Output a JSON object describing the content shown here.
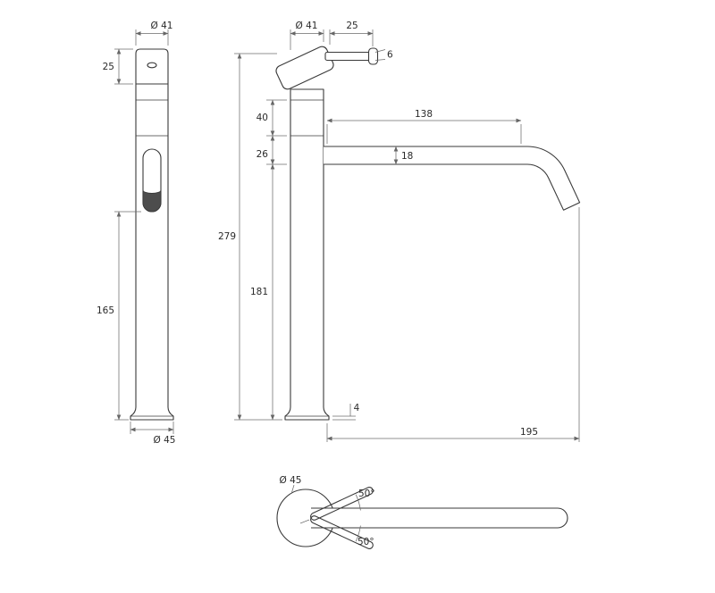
{
  "drawing": {
    "front_view": {
      "top_diameter": "Ø 41",
      "cap_height": "25",
      "outlet_to_base": "165",
      "base_diameter": "Ø 45"
    },
    "side_view": {
      "top_diameter": "Ø 41",
      "lever_length": "25",
      "pin_diameter": "6",
      "upper_section": "40",
      "spout_section": "26",
      "spout_reach": "138",
      "spout_diameter": "18",
      "total_height": "279",
      "lower_section": "181",
      "base_thickness": "4",
      "total_reach": "195"
    },
    "top_view": {
      "base_diameter": "Ø 45",
      "swing_angle_up": "50°",
      "swing_angle_down": "50°"
    },
    "line_color": "#3a3a3a",
    "dim_color": "#6b6b6b"
  }
}
